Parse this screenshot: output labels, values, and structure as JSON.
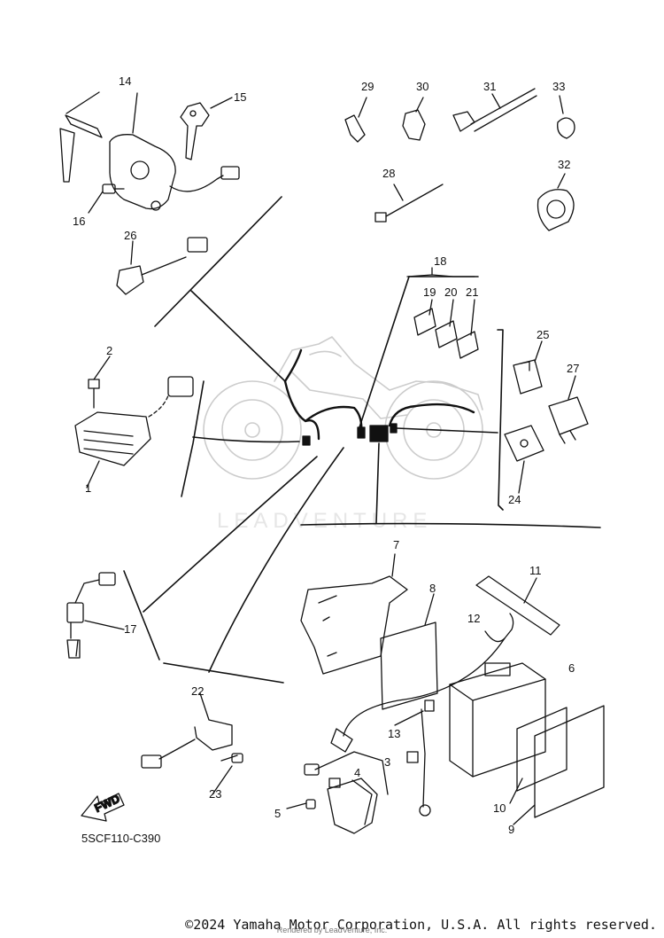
{
  "callouts": [
    "1",
    "2",
    "3",
    "4",
    "5",
    "6",
    "7",
    "8",
    "9",
    "10",
    "11",
    "12",
    "13",
    "14",
    "15",
    "16",
    "17",
    "18",
    "19",
    "20",
    "21",
    "22",
    "23",
    "24",
    "25",
    "26",
    "27",
    "28",
    "29",
    "30",
    "31",
    "32",
    "33"
  ],
  "diagram_code": "5SCF110-C390",
  "fwd_label": "FWD",
  "watermark": "LEADVENTURE",
  "footer_text": "©2024 Yamaha Motor Corporation, U.S.A. All rights reserved.",
  "rendered_by": "Rendered by LeadVenture, Inc."
}
